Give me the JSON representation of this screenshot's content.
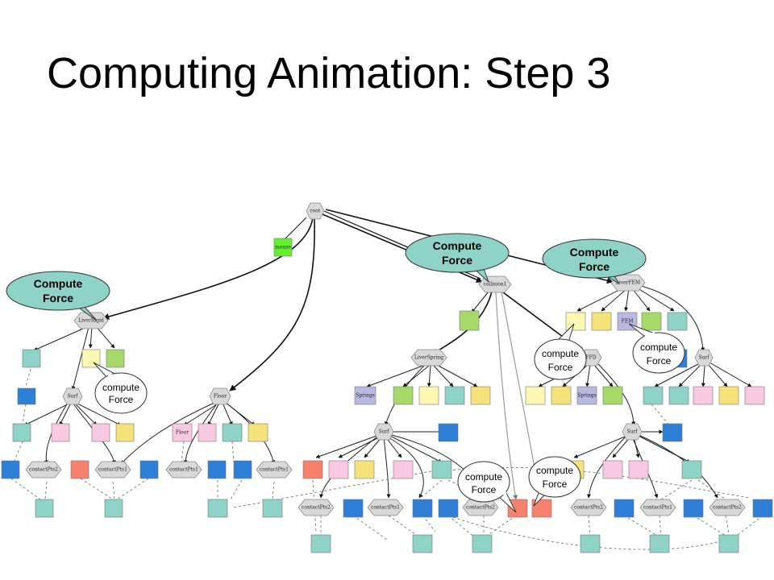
{
  "slide": {
    "title": "Computing Animation: Step 3"
  },
  "colors": {
    "teal": "#8fd3c8",
    "blue": "#2e7fd8",
    "yellow": "#f6e27a",
    "lightyellow": "#fcf8b4",
    "pink": "#f9c8e2",
    "green": "#a6d96a",
    "salmon": "#f7816f",
    "lavender": "#b8b8e0",
    "mouse": "#66ee33",
    "hex": "#d9d9d9",
    "callout": "#8fd3c8"
  },
  "nodes": {
    "root": "root",
    "mouse": "mouse",
    "liverRigid": "LiverRigid",
    "collision1": "collision1",
    "liverFem": "LiverFEM",
    "liverSpring": "LiverSpring",
    "springs": "Springs",
    "fem": "FEM",
    "ffd": "FFD",
    "surf": "Surf",
    "floor": "Floor",
    "contactPts1": "contactPts1",
    "contactPts2": "contactPts2"
  },
  "callouts": {
    "compute_force_line1": "Compute",
    "compute_force_line2": "Force",
    "compute_lower_line1": "compute",
    "compute_lower_line2": "Force"
  }
}
